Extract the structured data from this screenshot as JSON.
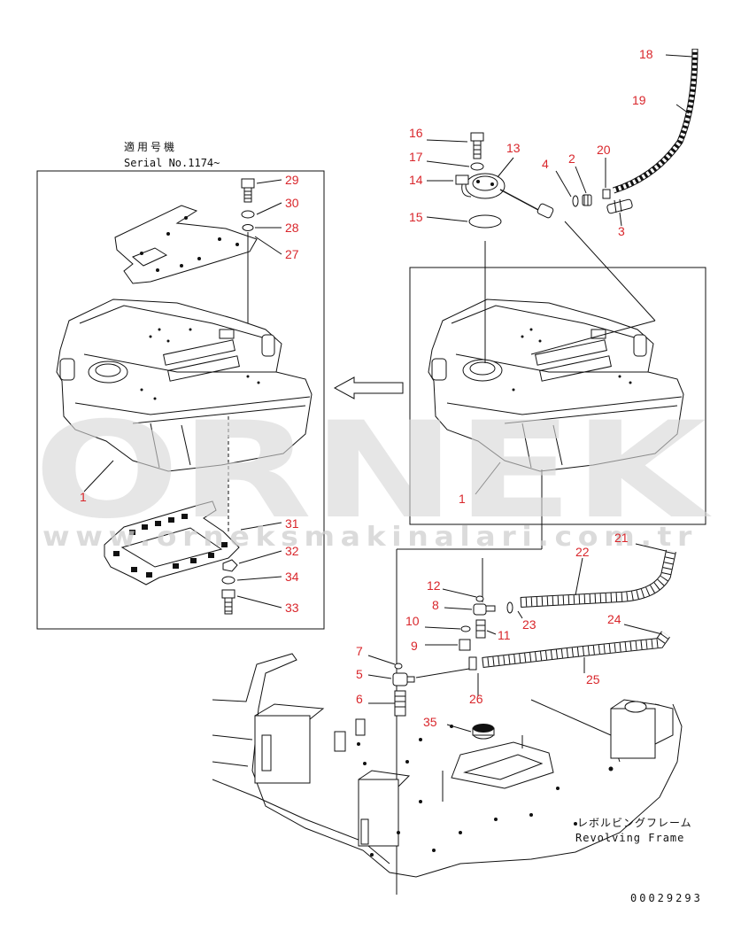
{
  "applicability": {
    "jp": "適用号機",
    "serial": "Serial No.1174~"
  },
  "frame_label": {
    "jp": "レボルビングフレーム",
    "en": "Revolving Frame"
  },
  "doc_number": "00029293",
  "watermark": {
    "brand": "ORNEK",
    "url": "www.orneksmakinalari.com.tr"
  },
  "callouts": [
    "1",
    "1",
    "2",
    "3",
    "4",
    "5",
    "6",
    "7",
    "8",
    "9",
    "10",
    "11",
    "12",
    "13",
    "14",
    "15",
    "16",
    "17",
    "18",
    "19",
    "20",
    "21",
    "22",
    "23",
    "24",
    "25",
    "26",
    "27",
    "28",
    "29",
    "30",
    "31",
    "32",
    "33",
    "34",
    "35"
  ],
  "colors": {
    "callout": "#d9262b",
    "line": "#111111",
    "watermark": "#d8d8d8"
  }
}
